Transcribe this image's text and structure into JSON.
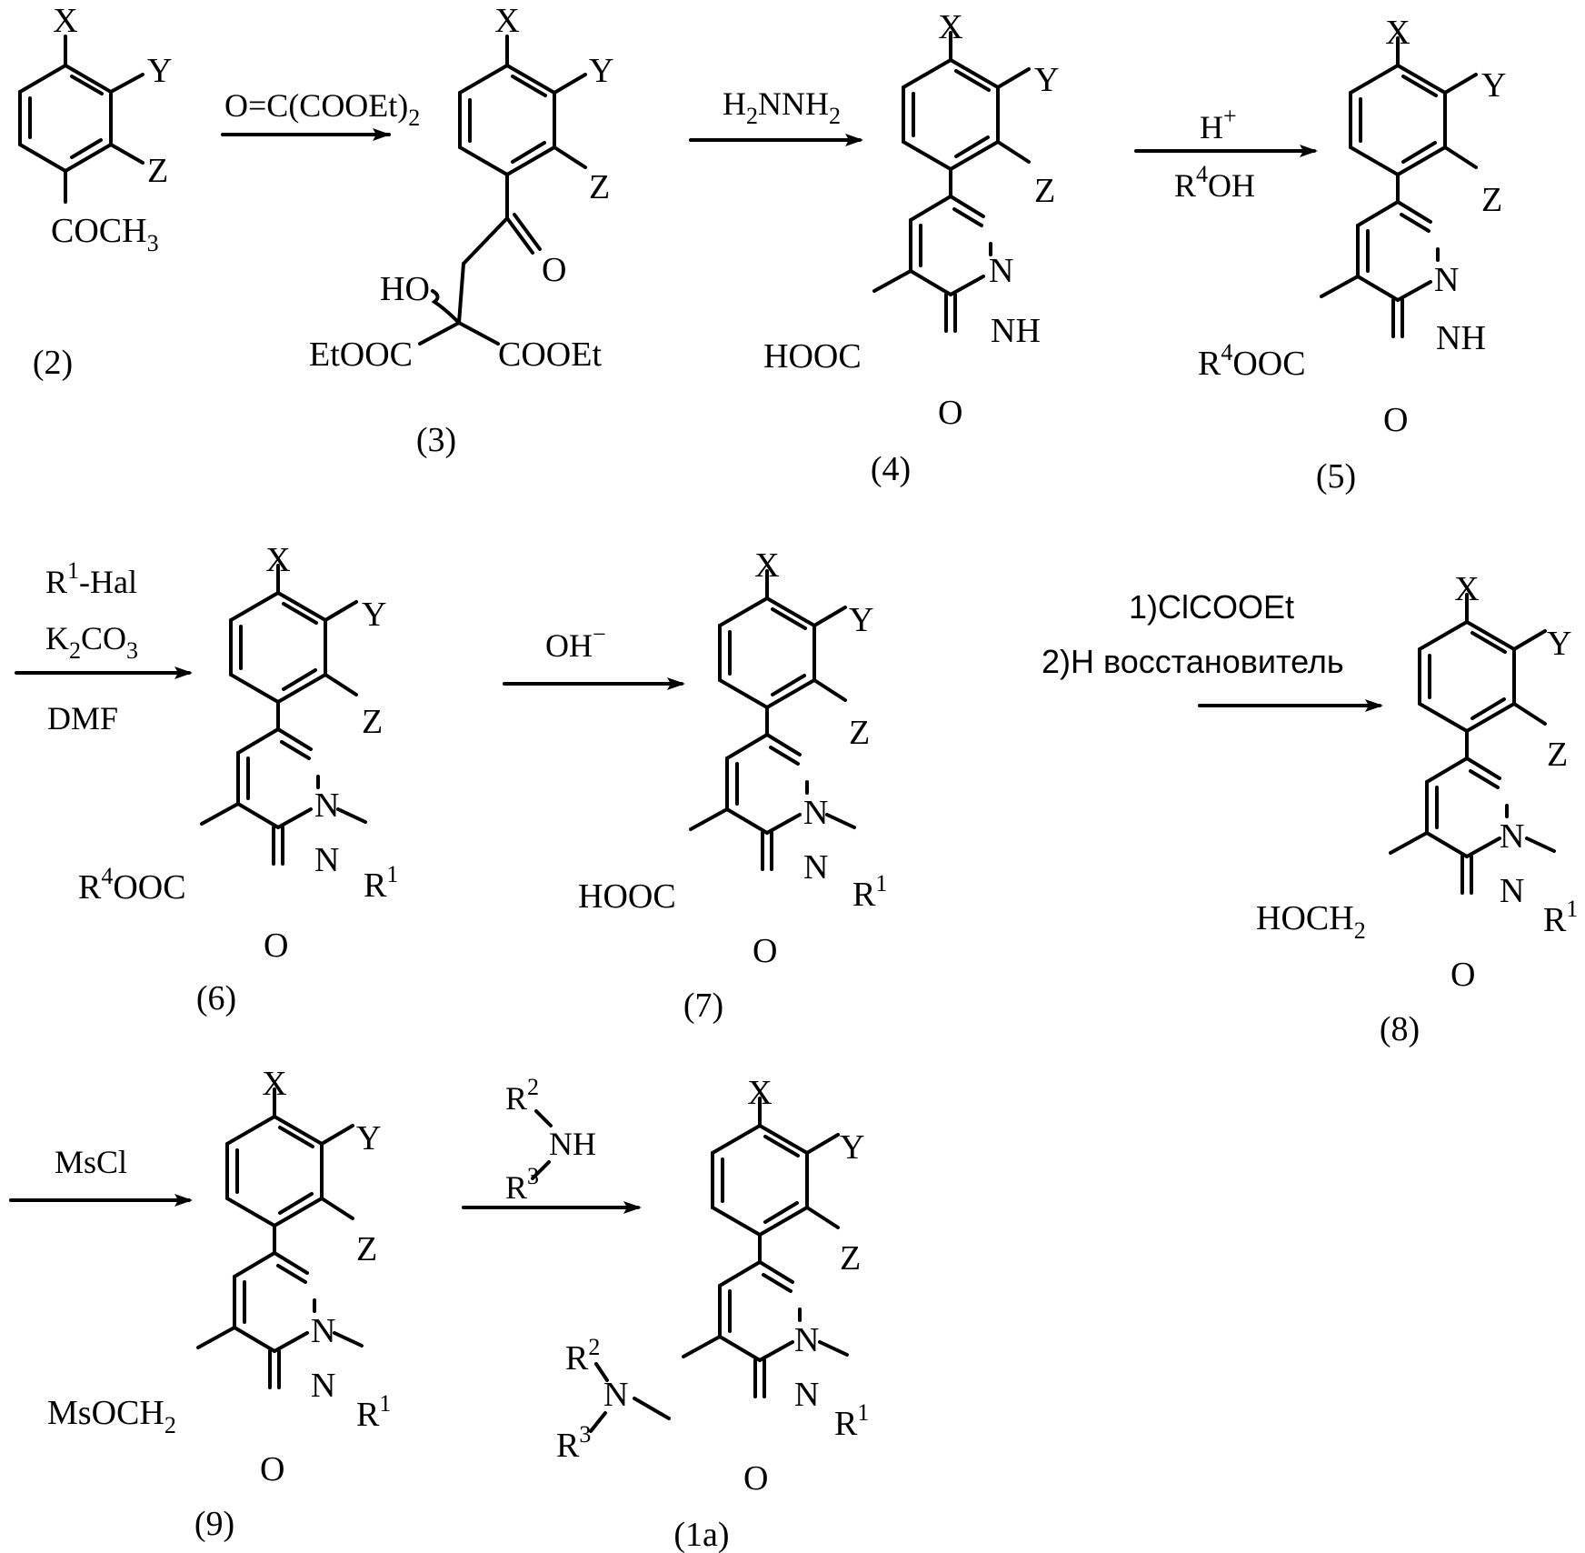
{
  "compounds": {
    "c2": {
      "number": "(2)",
      "x": "X",
      "y": "Y",
      "z": "Z",
      "substituent": {
        "main": "COCH",
        "sub": "3"
      }
    },
    "c3": {
      "number": "(3)",
      "x": "X",
      "y": "Y",
      "z": "Z",
      "carbonyl_o": "O",
      "hydroxy": "HO",
      "ester_left": "EtOOC",
      "ester_right": "COOEt"
    },
    "c4": {
      "number": "(4)",
      "x": "X",
      "y": "Y",
      "z": "Z",
      "ring_n": "N",
      "ring_nh": "NH",
      "ring_o": "O",
      "substituent": "HOOC"
    },
    "c5": {
      "number": "(5)",
      "x": "X",
      "y": "Y",
      "z": "Z",
      "ring_n": "N",
      "ring_nh": "NH",
      "ring_o": "O",
      "substituent": {
        "r": "R",
        "sup": "4",
        "rest": "OOC"
      }
    },
    "c6": {
      "number": "(6)",
      "x": "X",
      "y": "Y",
      "z": "Z",
      "ring_n1": "N",
      "ring_n2": "N",
      "ring_o": "O",
      "r1": {
        "r": "R",
        "sup": "1"
      },
      "substituent": {
        "r": "R",
        "sup": "4",
        "rest": "OOC"
      }
    },
    "c7": {
      "number": "(7)",
      "x": "X",
      "y": "Y",
      "z": "Z",
      "ring_n1": "N",
      "ring_n2": "N",
      "ring_o": "O",
      "r1": {
        "r": "R",
        "sup": "1"
      },
      "substituent": "HOOC"
    },
    "c8": {
      "number": "(8)",
      "x": "X",
      "y": "Y",
      "z": "Z",
      "ring_n1": "N",
      "ring_n2": "N",
      "ring_o": "O",
      "r1": {
        "r": "R",
        "sup": "1"
      },
      "substituent": {
        "main": "HOCH",
        "sub": "2"
      }
    },
    "c9": {
      "number": "(9)",
      "x": "X",
      "y": "Y",
      "z": "Z",
      "ring_n1": "N",
      "ring_n2": "N",
      "ring_o": "O",
      "r1": {
        "r": "R",
        "sup": "1"
      },
      "substituent": {
        "main": "MsOCH",
        "sub": "2"
      }
    },
    "c1a": {
      "number": "(1a)",
      "x": "X",
      "y": "Y",
      "z": "Z",
      "ring_n1": "N",
      "ring_n2": "N",
      "ring_o": "O",
      "r1": {
        "r": "R",
        "sup": "1"
      },
      "amine_n": "N",
      "r2": {
        "r": "R",
        "sup": "2"
      },
      "r3": {
        "r": "R",
        "sup": "3"
      }
    }
  },
  "reagents": {
    "step1": {
      "main": "O=C(COOEt)",
      "sub": "2"
    },
    "step2": {
      "a": "H",
      "sub1": "2",
      "b": "NNH",
      "sub2": "2"
    },
    "step3": {
      "top": "H",
      "top_sup": "+",
      "bottom_r": "R",
      "bottom_sup": "4",
      "bottom_rest": "OH"
    },
    "step4": {
      "line1_r": "R",
      "line1_sup": "1",
      "line1_rest": "-Hal",
      "line2_k": "K",
      "line2_sub1": "2",
      "line2_co": "CO",
      "line2_sub2": "3",
      "line3": "DMF"
    },
    "step5": {
      "text": "OH",
      "sup": "−"
    },
    "step6": {
      "line1": "1)ClCOOEt",
      "line2": "2)H восстановитель"
    },
    "step7": {
      "text": "MsCl"
    },
    "step8": {
      "r2": "R",
      "r2_sup": "2",
      "nh": "NH",
      "r3": "R",
      "r3_sup": "3"
    }
  }
}
